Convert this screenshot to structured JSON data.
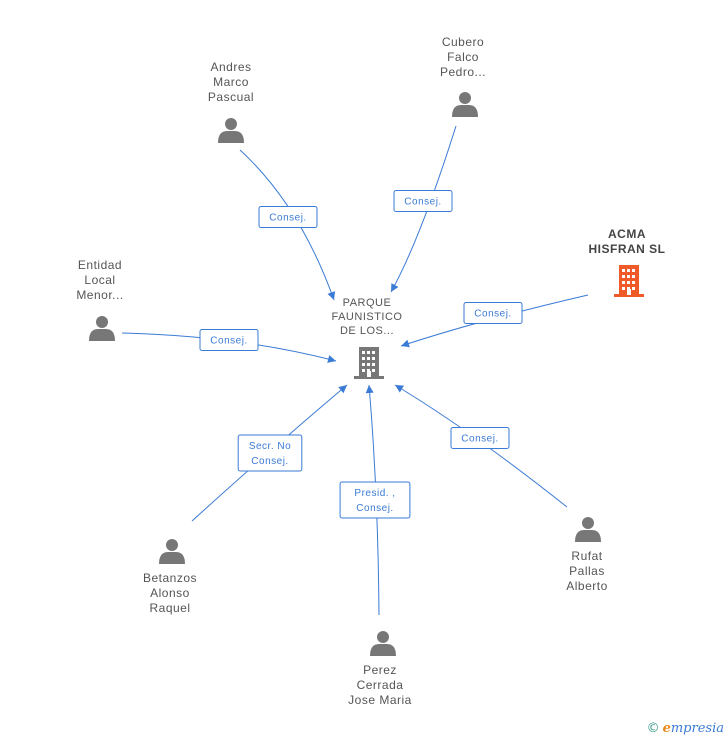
{
  "center": {
    "lines": [
      "PARQUE",
      "FAUNISTICO",
      "DE LOS..."
    ]
  },
  "nodes": [
    {
      "id": "andres",
      "kind": "person",
      "lines": [
        "Andres",
        "Marco",
        "Pascual"
      ],
      "edge_label": [
        "Consej."
      ]
    },
    {
      "id": "cubero",
      "kind": "person",
      "lines": [
        "Cubero",
        "Falco",
        "Pedro..."
      ],
      "edge_label": [
        "Consej."
      ]
    },
    {
      "id": "acma",
      "kind": "company",
      "lines": [
        "ACMA",
        "HISFRAN SL"
      ],
      "edge_label": [
        "Consej."
      ]
    },
    {
      "id": "entidad",
      "kind": "person",
      "lines": [
        "Entidad",
        "Local",
        "Menor..."
      ],
      "edge_label": [
        "Consej."
      ]
    },
    {
      "id": "rufat",
      "kind": "person",
      "lines": [
        "Rufat",
        "Pallas",
        "Alberto"
      ],
      "edge_label": [
        "Consej."
      ]
    },
    {
      "id": "betanzos",
      "kind": "person",
      "lines": [
        "Betanzos",
        "Alonso",
        "Raquel"
      ],
      "edge_label": [
        "Secr. No",
        "Consej."
      ]
    },
    {
      "id": "perez",
      "kind": "person",
      "lines": [
        "Perez",
        "Cerrada",
        "Jose Maria"
      ],
      "edge_label": [
        "Presid. ,",
        "Consej."
      ]
    }
  ],
  "footer": {
    "copyright": "©",
    "brand_first": "e",
    "brand_rest": "mpresia"
  },
  "colors": {
    "edge": "#3a7bd5",
    "person_icon": "#777777",
    "center_icon": "#777777",
    "company_icon": "#f05a28"
  }
}
